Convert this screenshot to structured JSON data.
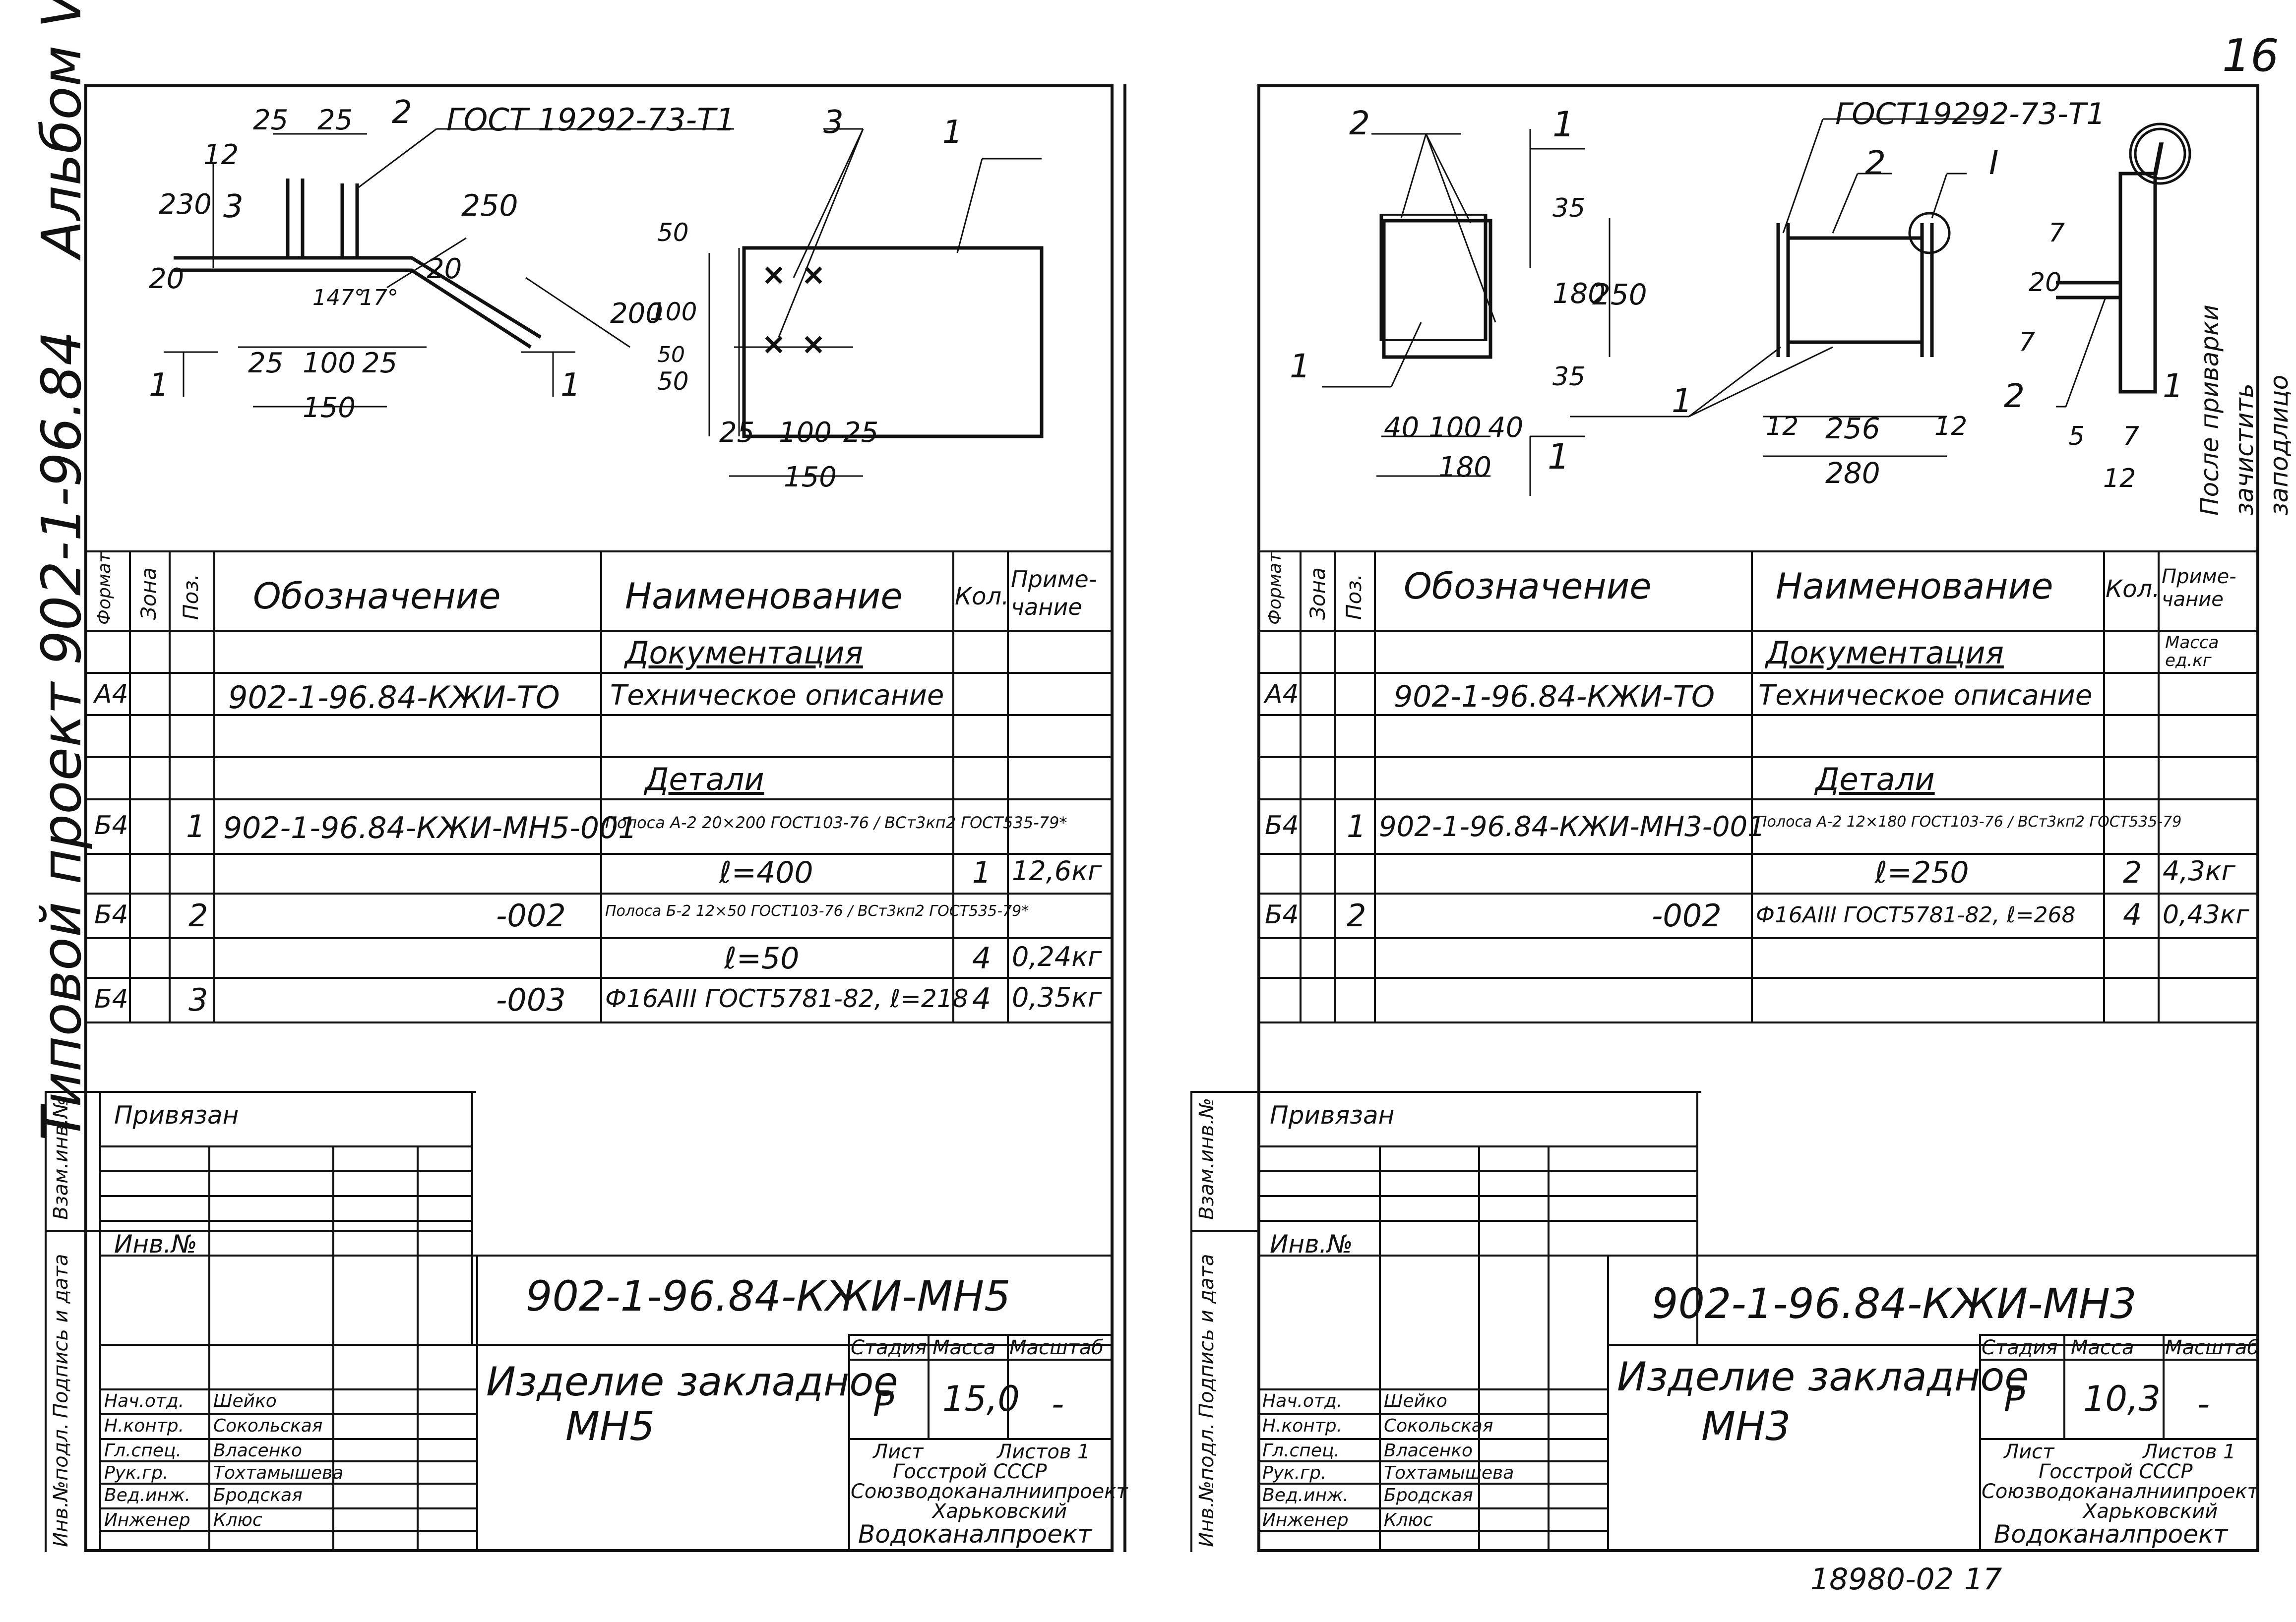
{
  "sheet_number": "16",
  "bottom_code": "18980-02",
  "bottom_page": "17",
  "album_title": "Альбом V",
  "project_vertical": "Типовой проект 902-1-96.84",
  "stamp_side_labels": [
    "Инв.№подл.",
    "Подпись и дата",
    "Взам.инв.№"
  ],
  "left": {
    "drawing": {
      "gost": "ГОСТ 19292-73-Т1",
      "dims": [
        "25",
        "25",
        "12",
        "230",
        "20",
        "250",
        "20",
        "147°",
        "17°",
        "25",
        "100",
        "25",
        "150",
        "50",
        "50",
        "200",
        "100",
        "50",
        "25",
        "100",
        "25",
        "150"
      ],
      "position_marks": [
        "2",
        "3",
        "3",
        "1"
      ],
      "section_marks": [
        "1",
        "1"
      ]
    },
    "spec": {
      "headers": {
        "format": "Формат",
        "zone": "Зона",
        "pos": "Поз.",
        "designation": "Обозначение",
        "name": "Наименование",
        "qty": "Кол.",
        "note": "Приме-чание"
      },
      "rows": [
        {
          "format": "",
          "pos": "",
          "designation": "",
          "name": "Документация",
          "qty": "",
          "note": ""
        },
        {
          "format": "А4",
          "pos": "",
          "designation": "902-1-96.84-КЖИ-ТО",
          "name": "Техническое описание",
          "qty": "",
          "note": ""
        },
        {
          "format": "",
          "pos": "",
          "designation": "",
          "name": "",
          "qty": "",
          "note": ""
        },
        {
          "format": "",
          "pos": "",
          "designation": "",
          "name": "Детали",
          "qty": "",
          "note": ""
        },
        {
          "format": "Б4",
          "pos": "1",
          "designation": "902-1-96.84-КЖИ-МН5-001",
          "name": "Полоса А-2 20×200 ГОСТ103-76 / ВСт3кп2 ГОСТ535-79*",
          "qty": "",
          "note": ""
        },
        {
          "format": "",
          "pos": "",
          "designation": "",
          "name": "ℓ=400",
          "qty": "1",
          "note": "12,6кг"
        },
        {
          "format": "Б4",
          "pos": "2",
          "designation": "-002",
          "name": "Полоса Б-2 12×50 ГОСТ103-76 / ВСт3кп2 ГОСТ535-79*",
          "qty": "",
          "note": ""
        },
        {
          "format": "",
          "pos": "",
          "designation": "",
          "name": "ℓ=50",
          "qty": "4",
          "note": "0,24кг"
        },
        {
          "format": "Б4",
          "pos": "3",
          "designation": "-003",
          "name": "Ф16АIII ГОСТ5781-82, ℓ=218",
          "qty": "4",
          "note": "0,35кг"
        }
      ]
    },
    "stamp": {
      "privyazan": "Привязан",
      "inv_no": "Инв.№",
      "doc_code": "902-1-96.84-КЖИ-МН5",
      "title_line1": "Изделие закладное",
      "title_line2": "МН5",
      "stage_label": "Стадия",
      "mass_label": "Масса",
      "scale_label": "Масштаб",
      "stage": "Р",
      "mass": "15,0",
      "scale": "-",
      "sheet_label": "Лист",
      "sheets_label": "Листов 1",
      "org": [
        "Госстрой СССР",
        "Союзводоканалниипроект",
        "Харьковский",
        "Водоканалпроект"
      ],
      "roles": [
        "Нач.отд.",
        "Н.контр.",
        "Гл.спец.",
        "Рук.гр.",
        "Вед.инж.",
        "Инженер"
      ],
      "names": [
        "Шейко",
        "Сокольская",
        "Власенко",
        "Тохтамышева",
        "Бродская",
        "Клюс"
      ]
    }
  },
  "right": {
    "drawing": {
      "gost": "ГОСТ19292-73-Т1",
      "dims": [
        "35",
        "180",
        "250",
        "35",
        "40",
        "100",
        "40",
        "180",
        "12",
        "256",
        "12",
        "280",
        "7",
        "20",
        "7",
        "5",
        "7",
        "12"
      ],
      "position_marks": [
        "2",
        "1",
        "2",
        "1",
        "2",
        "1"
      ],
      "section_marks": [
        "1",
        "1"
      ],
      "detail_mark": "I",
      "weld_note": "После приварки зачистить заподлицо"
    },
    "spec": {
      "headers": {
        "format": "Формат",
        "zone": "Зона",
        "pos": "Поз.",
        "designation": "Обозначение",
        "name": "Наименование",
        "qty": "Кол.",
        "note": "Приме-чание"
      },
      "note_sub": "Масса ед.кг",
      "rows": [
        {
          "format": "",
          "pos": "",
          "designation": "",
          "name": "Документация",
          "qty": "",
          "note": ""
        },
        {
          "format": "А4",
          "pos": "",
          "designation": "902-1-96.84-КЖИ-ТО",
          "name": "Техническое описание",
          "qty": "",
          "note": ""
        },
        {
          "format": "",
          "pos": "",
          "designation": "",
          "name": "",
          "qty": "",
          "note": ""
        },
        {
          "format": "",
          "pos": "",
          "designation": "",
          "name": "Детали",
          "qty": "",
          "note": ""
        },
        {
          "format": "Б4",
          "pos": "1",
          "designation": "902-1-96.84-КЖИ-МН3-001",
          "name": "Полоса А-2 12×180 ГОСТ103-76 / ВСт3кп2 ГОСТ535-79",
          "qty": "",
          "note": ""
        },
        {
          "format": "",
          "pos": "",
          "designation": "",
          "name": "ℓ=250",
          "qty": "2",
          "note": "4,3кг"
        },
        {
          "format": "Б4",
          "pos": "2",
          "designation": "-002",
          "name": "Ф16АIII ГОСТ5781-82, ℓ=268",
          "qty": "4",
          "note": "0,43кг"
        },
        {
          "format": "",
          "pos": "",
          "designation": "",
          "name": "",
          "qty": "",
          "note": ""
        },
        {
          "format": "",
          "pos": "",
          "designation": "",
          "name": "",
          "qty": "",
          "note": ""
        }
      ]
    },
    "stamp": {
      "privyazan": "Привязан",
      "inv_no": "Инв.№",
      "doc_code": "902-1-96.84-КЖИ-МН3",
      "title_line1": "Изделие закладное",
      "title_line2": "МН3",
      "stage_label": "Стадия",
      "mass_label": "Масса",
      "scale_label": "Масштаб",
      "stage": "Р",
      "mass": "10,3",
      "scale": "-",
      "sheet_label": "Лист",
      "sheets_label": "Листов 1",
      "org": [
        "Госстрой СССР",
        "Союзводоканалниипроект",
        "Харьковский",
        "Водоканалпроект"
      ],
      "roles": [
        "Нач.отд.",
        "Н.контр.",
        "Гл.спец.",
        "Рук.гр.",
        "Вед.инж.",
        "Инженер"
      ],
      "names": [
        "Шейко",
        "Сокольская",
        "Власенко",
        "Тохтамышева",
        "Бродская",
        "Клюс"
      ]
    }
  }
}
